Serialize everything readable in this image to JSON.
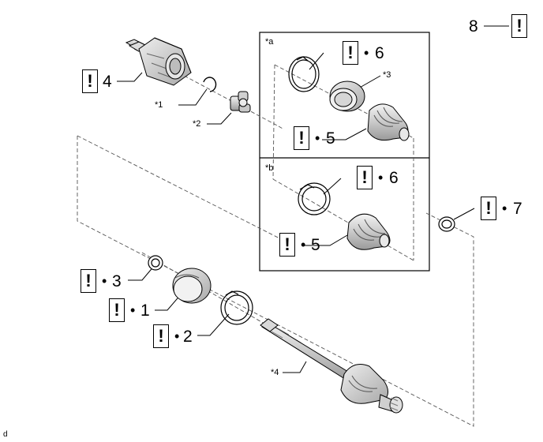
{
  "callouts": {
    "c8": {
      "number": "8",
      "mark": "!"
    },
    "c4": {
      "number": "4",
      "mark": "!"
    },
    "c6a": {
      "number": "6",
      "mark": "!",
      "bullet": "•"
    },
    "c5a": {
      "number": "5",
      "mark": "!",
      "bullet": "•"
    },
    "c6b": {
      "number": "6",
      "mark": "!",
      "bullet": "•"
    },
    "c5b": {
      "number": "5",
      "mark": "!",
      "bullet": "•"
    },
    "c7": {
      "number": "7",
      "mark": "!",
      "bullet": "•"
    },
    "c3": {
      "number": "3",
      "mark": "!",
      "bullet": "•"
    },
    "c1": {
      "number": "1",
      "mark": "!",
      "bullet": "•"
    },
    "c2": {
      "number": "2",
      "mark": "!",
      "bullet": "•"
    }
  },
  "notes": {
    "n1": "*1",
    "n2": "*2",
    "n3": "*3",
    "n4": "*4",
    "box_a": "*a",
    "box_b": "*b"
  },
  "figure_code": "d"
}
